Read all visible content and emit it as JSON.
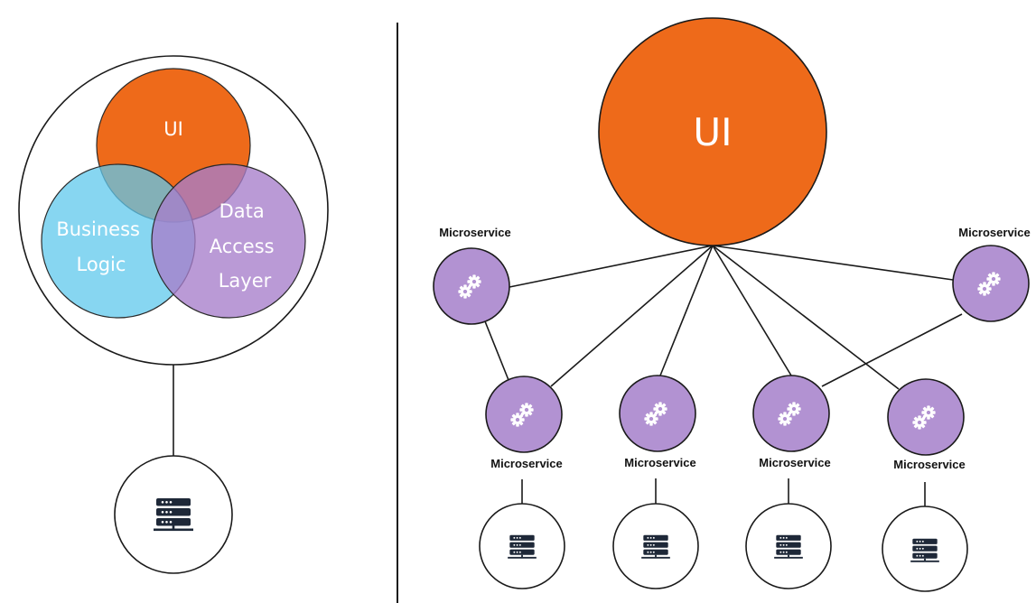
{
  "monolith": {
    "ui_label": "UI",
    "business_logic_label": [
      "Business",
      "Logic"
    ],
    "data_access_label": [
      "Data",
      "Access",
      "Layer"
    ],
    "database_icon": "server-icon"
  },
  "microservices_arch": {
    "ui_label": "UI",
    "service_label": "Microservice",
    "service_icon": "gears-icon",
    "database_icon": "server-icon"
  },
  "colors": {
    "ui_orange": "#ee6a1a",
    "business_blue": "#5fc8ec",
    "data_purple": "#b08fd0",
    "service_purple": "#b292d2",
    "stroke": "#1a1a1a",
    "server_dark": "#1e2838"
  }
}
